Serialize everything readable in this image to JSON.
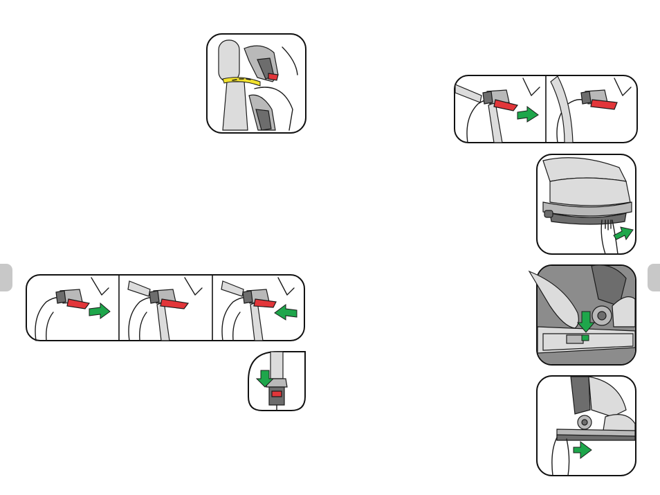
{
  "colors": {
    "arrow": "#1ea64b",
    "release_lever": "#e2363a",
    "strap": "#f2e22e",
    "page_tab": "#c8c8c8"
  },
  "icons": [
    "headrest-strap-illustration",
    "isofix-release-three-step-illustration",
    "belt-buckle-illustration",
    "isofix-release-two-step-illustration",
    "base-release-handle-illustration",
    "base-button-press-illustration",
    "base-slide-out-illustration"
  ]
}
